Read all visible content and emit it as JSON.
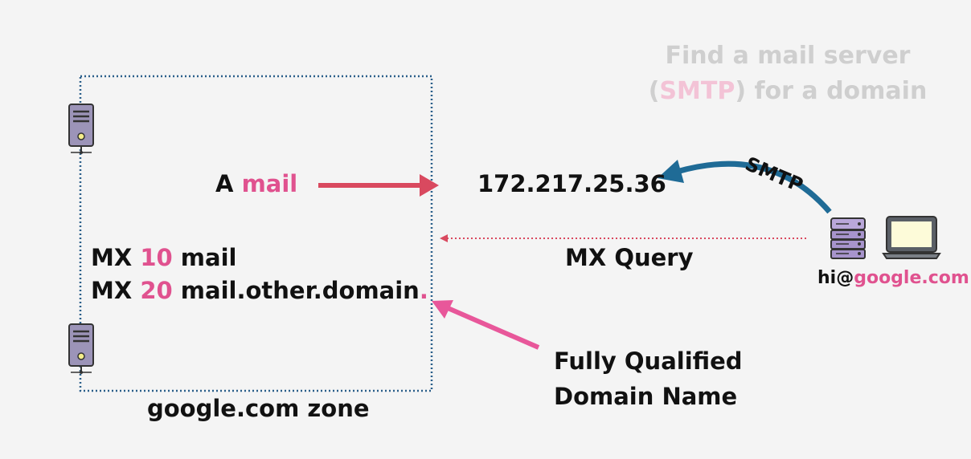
{
  "title": {
    "line1": "Find a mail server",
    "open_paren": "(",
    "highlight": "SMTP",
    "line2_rest": ") for a domain"
  },
  "records": {
    "a_type": "A",
    "a_name": "mail",
    "mx1_type": "MX",
    "mx1_priority": "10",
    "mx1_host": "mail",
    "mx2_type": "MX",
    "mx2_priority": "20",
    "mx2_host": "mail.other.domain",
    "mx2_dot": "."
  },
  "ip_address": "172.217.25.36",
  "smtp_label": "SMTP",
  "mx_query_label": "MX Query",
  "email": {
    "user": "hi@",
    "domain": "google.com"
  },
  "fqdn_label": {
    "line1": "Fully Qualified",
    "line2": "Domain Name"
  },
  "zone_label": "google.com zone",
  "colors": {
    "accent_pink": "#e0528f",
    "arrow_red": "#d9495f",
    "arrow_blue": "#1f6b96",
    "zone_border": "#2a5f8a",
    "title_gray": "#cfcfcf"
  },
  "icons": [
    "server-icon",
    "server-icon",
    "server-rack-icon",
    "laptop-icon"
  ]
}
